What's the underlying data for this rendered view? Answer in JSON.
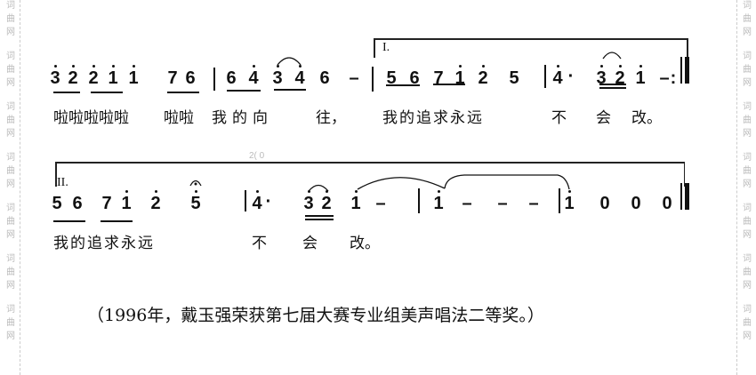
{
  "watermark": {
    "chars": [
      "词",
      "曲",
      "网"
    ]
  },
  "line1": {
    "notes": [
      "3",
      "2",
      "2",
      "1",
      "1",
      "7",
      "6",
      "6",
      "4",
      "3",
      "4",
      "6",
      "–",
      "5",
      "6",
      "7",
      "1",
      "2",
      "5",
      "4",
      "·",
      "3",
      "2",
      "1",
      "–",
      ":"
    ],
    "volta": "I.",
    "lyrics": [
      "啦啦啦啦啦",
      "啦啦",
      "我的向",
      "往，",
      "我的追求永远",
      "不",
      "会",
      "改。"
    ]
  },
  "line2": {
    "faint_mark": "2( 0",
    "volta": "II.",
    "notes": [
      "5",
      "6",
      "7",
      "1",
      "2",
      "5",
      "4",
      "·",
      "3",
      "2",
      "1",
      "–",
      "1",
      "–",
      "–",
      "–",
      "1",
      "0",
      "0",
      "0"
    ],
    "lyrics": [
      "我的追求永远",
      "不",
      "会",
      "改。"
    ]
  },
  "caption": "（1996年，戴玉强荣获第七届大赛专业组美声唱法二等奖。）"
}
